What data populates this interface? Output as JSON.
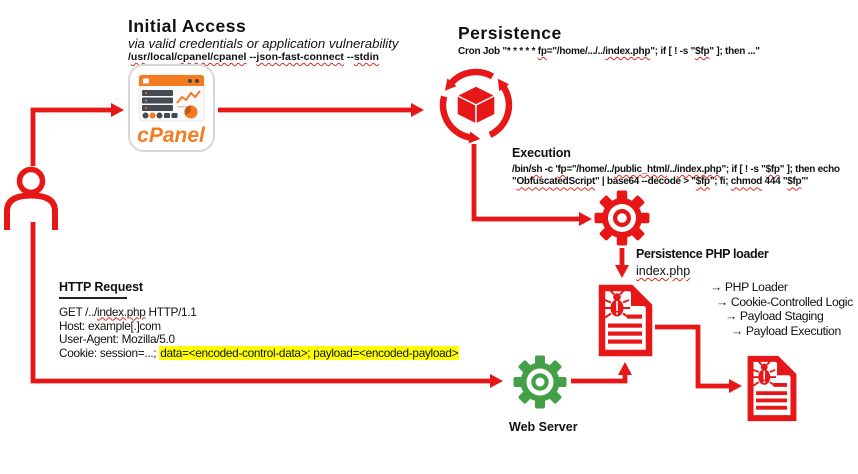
{
  "colors": {
    "red": "#e81717",
    "green": "#43a047",
    "orange": "#ff6c2c",
    "highlight": "#ffff00"
  },
  "initial_access": {
    "title": "Initial Access",
    "subtitle": "via valid credentials or application vulnerability",
    "cmd": [
      {
        "t": "/"
      },
      {
        "t": "usr"
      },
      {
        "t": "/local/"
      },
      {
        "t": "cpanel/cpanel"
      },
      {
        "t": " --"
      },
      {
        "t": "json-fast-connect"
      },
      {
        "t": " --"
      },
      {
        "t": "stdin"
      }
    ]
  },
  "persistence": {
    "title": "Persistence",
    "cron": [
      {
        "t": "Cron Job \"* * * * * "
      },
      {
        "t": "fp"
      },
      {
        "t": "=\"/home/.../../"
      },
      {
        "t": "index.php"
      },
      {
        "t": "\"; if [ ! -s \""
      },
      {
        "t": "$fp"
      },
      {
        "t": "\" ]; then ...\""
      }
    ]
  },
  "execution": {
    "title": "Execution",
    "line1": [
      {
        "t": "/bin/"
      },
      {
        "t": "sh"
      },
      {
        "t": " -c '"
      },
      {
        "t": "fp"
      },
      {
        "t": "=\"/home/../"
      },
      {
        "t": "public_html"
      },
      {
        "t": "/../"
      },
      {
        "t": "index.php"
      },
      {
        "t": "\"; if [ ! -s \""
      },
      {
        "t": "$fp"
      },
      {
        "t": "\" ]; then echo"
      }
    ],
    "line2": [
      {
        "t": "\""
      },
      {
        "t": "ObfuscatedScript"
      },
      {
        "t": "\" | base64 --decode > \""
      },
      {
        "t": "$fp"
      },
      {
        "t": "\"; fi; "
      },
      {
        "t": "chmod"
      },
      {
        "t": " 444 \""
      },
      {
        "t": "$fp"
      },
      {
        "t": "\"'"
      }
    ]
  },
  "php_loader": {
    "title": "Persistence PHP loader",
    "file": "index.php",
    "bullet": "→",
    "items": [
      "PHP Loader",
      "Cookie-Controlled Logic",
      "Payload Staging",
      "Payload Execution"
    ]
  },
  "http_request": {
    "title": "HTTP Request",
    "line1": [
      {
        "t": "GET /../"
      },
      {
        "t": "index.php"
      },
      {
        "t": " HTTP/1.1"
      }
    ],
    "line2": "Host: example[.]com",
    "line3": "User-Agent: Mozilla/5.0",
    "line4_prefix": "Cookie: session=...; ",
    "line4_highlight": "data=<encoded-control-data>; payload=<encoded-payload>"
  },
  "web_server_label": "Web Server",
  "cpanel_logo": "cPanel"
}
